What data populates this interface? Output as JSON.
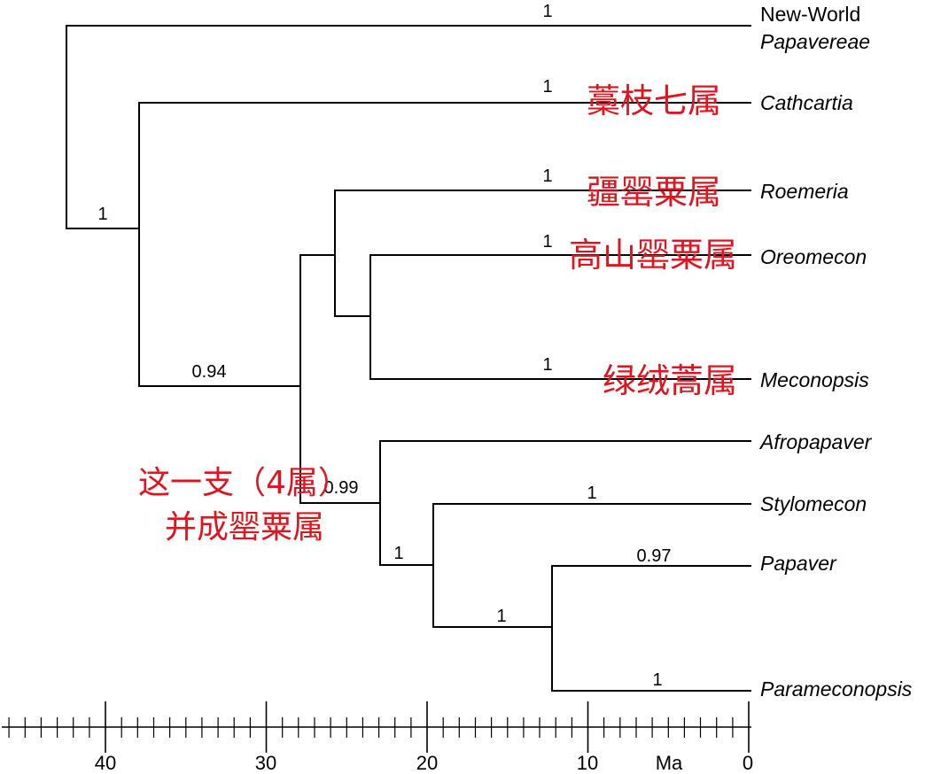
{
  "taxa": {
    "new_world_line1": "New-World",
    "new_world_line2": "Papavereae",
    "cathcartia": "Cathcartia",
    "roemeria": "Roemeria",
    "oreomecon": "Oreomecon",
    "meconopsis": "Meconopsis",
    "afropapaver": "Afropapaver",
    "stylomecon": "Stylomecon",
    "papaver": "Papaver",
    "parameconopsis": "Parameconopsis"
  },
  "support": {
    "new_world": "1",
    "cathcartia": "1",
    "roemeria": "1",
    "oreomecon": "1",
    "meconopsis": "1",
    "root_node": "1",
    "node_094": "0.94",
    "node_099": "0.99",
    "node_afro_group": "1",
    "stylomecon": "1",
    "papaver": "0.97",
    "node_papaver_group": "1",
    "parameconopsis": "1"
  },
  "annotations": {
    "cathcartia_cn": "藁枝七属",
    "roemeria_cn": "疆罂粟属",
    "oreomecon_cn": "高山罂粟属",
    "meconopsis_cn": "绿绒蒿属",
    "clade_note_line1": "这一支（4属）",
    "clade_note_line2": "并成罂粟属"
  },
  "axis": {
    "labels": [
      "40",
      "30",
      "20",
      "10",
      "0"
    ],
    "unit": "Ma"
  },
  "colors": {
    "tree": "#000000",
    "annotation": "#e0141e",
    "background": "#ffffff"
  }
}
